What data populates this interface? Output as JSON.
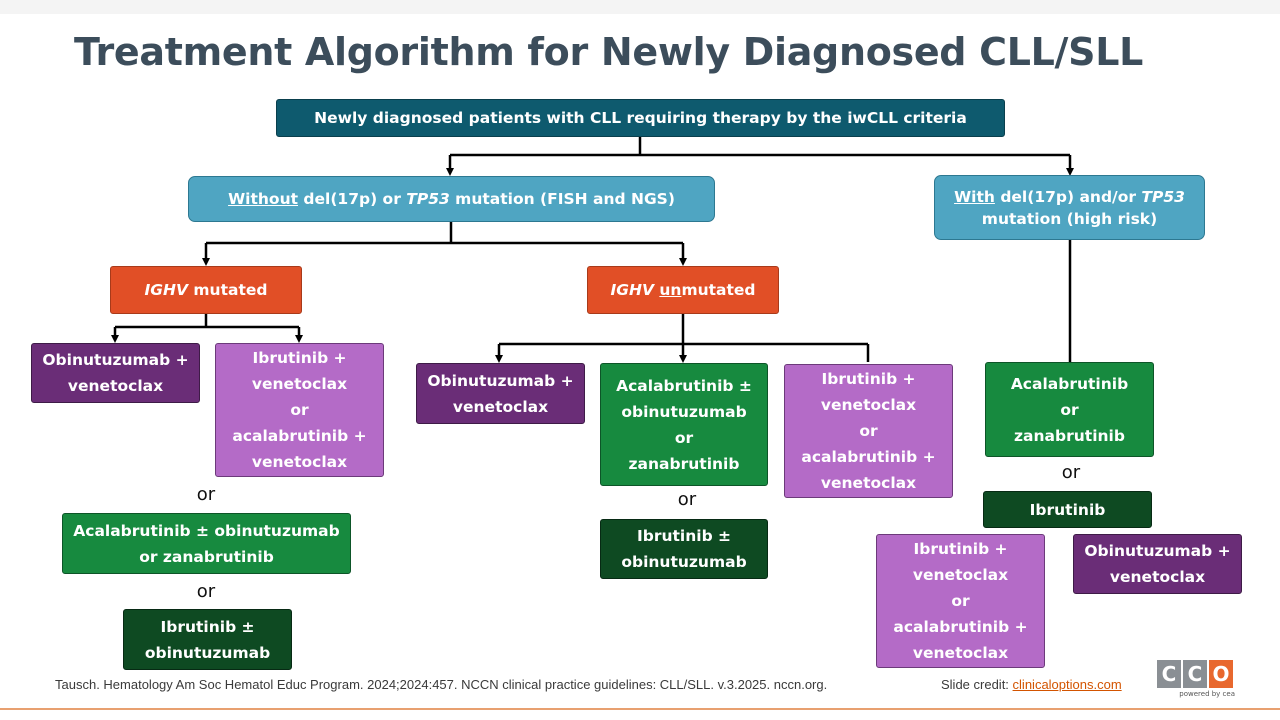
{
  "title": "Treatment Algorithm for Newly Diagnosed CLL/SLL",
  "root": "Newly diagnosed patients with CLL requiring therapy by the iwCLL criteria",
  "branch_without": {
    "underlined": "Without",
    "pre": " del(17p) or ",
    "gene": "TP53",
    "post": " mutation (FISH and NGS)"
  },
  "branch_with": {
    "underlined": "With",
    "pre": " del(17p) and/or ",
    "gene": "TP53",
    "line2": "mutation (high risk)"
  },
  "ighv_mutated": {
    "gene": "IGHV",
    "text": " mutated"
  },
  "ighv_unmutated": {
    "gene": "IGHV",
    "un": "un",
    "rest": "mutated"
  },
  "mutated_options": {
    "obin_ven": [
      "Obinutuzumab +",
      "venetoclax"
    ],
    "ibr_ven": [
      "Ibrutinib +",
      "venetoclax",
      "or",
      "acalabrutinib +",
      "venetoclax"
    ],
    "or1": "or",
    "acala_obin": [
      "Acalabrutinib ± obinutuzumab",
      "or zanabrutinib"
    ],
    "or2": "or",
    "ibr_obin": [
      "Ibrutinib ±",
      "obinutuzumab"
    ]
  },
  "unmutated_options": {
    "obin_ven": [
      "Obinutuzumab +",
      "venetoclax"
    ],
    "acala": [
      "Acalabrutinib ±",
      "obinutuzumab",
      "or",
      "zanabrutinib"
    ],
    "ibr_ven": [
      "Ibrutinib +",
      "venetoclax",
      "or",
      "acalabrutinib +",
      "venetoclax"
    ],
    "or1": "or",
    "ibr_obin": [
      "Ibrutinib ±",
      "obinutuzumab"
    ]
  },
  "high_risk_options": {
    "acala_zan": [
      "Acalabrutinib",
      "or",
      "zanabrutinib"
    ],
    "or1": "or",
    "ibrutinib": "Ibrutinib",
    "ibr_ven": [
      "Ibrutinib +",
      "venetoclax",
      "or",
      "acalabrutinib +",
      "venetoclax"
    ],
    "obin_ven": [
      "Obinutuzumab +",
      "venetoclax"
    ]
  },
  "footer": {
    "reference": "Tausch. Hematology Am Soc Hematol Educ Program. 2024;2024:457. NCCN clinical practice guidelines: CLL/SLL. v.3.2025. nccn.org.",
    "credit_label": "Slide credit: ",
    "credit_link": "clinicaloptions.com"
  },
  "logo": {
    "letters": [
      "C",
      "C",
      "O"
    ],
    "tagline": "powered by cea"
  },
  "colors": {
    "title": "#3c4d5b",
    "root": "#0e5a6e",
    "branch": "#4fa5c2",
    "ighv": "#e14f26",
    "dark_purple": "#6a2d77",
    "light_purple": "#b46bc7",
    "medium_green": "#178a3f",
    "dark_green": "#0e4a22"
  }
}
